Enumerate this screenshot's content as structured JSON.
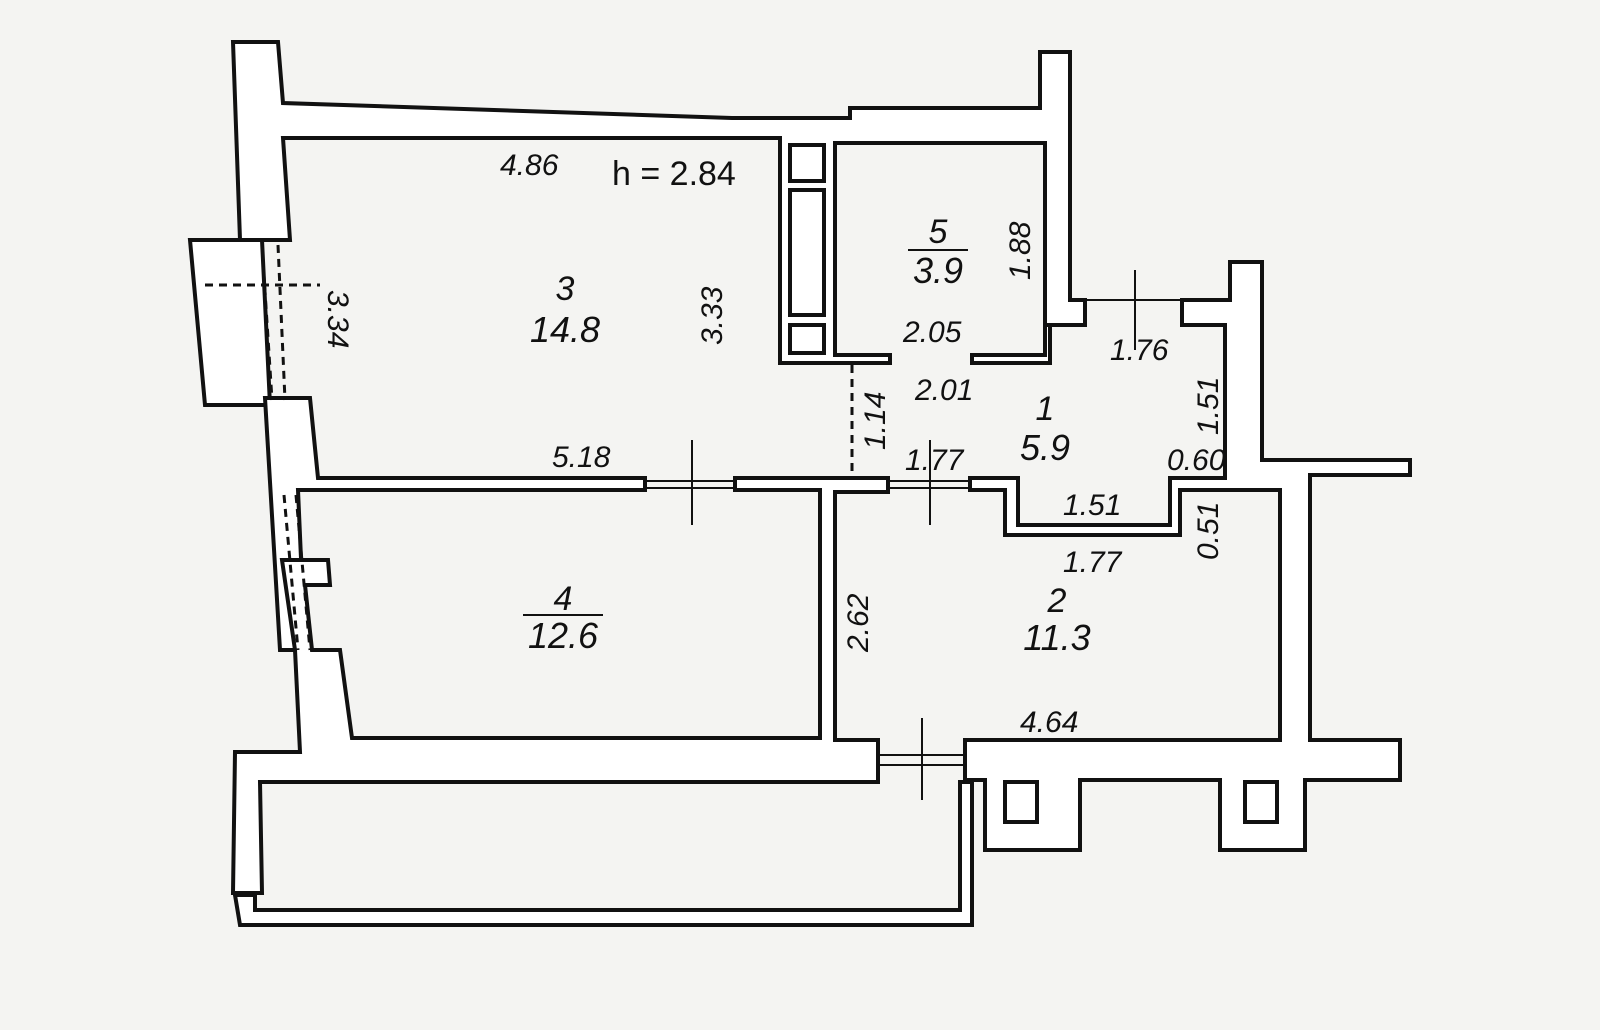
{
  "ceiling_height": "h = 2.84",
  "rooms": [
    {
      "number": "1",
      "area": "5.9"
    },
    {
      "number": "2",
      "area": "11.3"
    },
    {
      "number": "3",
      "area": "14.8"
    },
    {
      "number": "4",
      "area": "12.6"
    },
    {
      "number": "5",
      "area": "3.9"
    }
  ],
  "dimensions": {
    "room3_width": "4.86",
    "room3_depth": "3.33",
    "window_left": "3.34",
    "room3_bottom": "5.18",
    "room5_depth": "1.88",
    "room5_width": "2.05",
    "hall_top": "2.01",
    "hall_side": "1.14",
    "hall_bottom": "1.77",
    "room1_top": "1.76",
    "room1_right": "1.51",
    "room1_step": "0.60",
    "room1_niche": "1.51",
    "niche_outer": "1.77",
    "niche_side": "0.51",
    "room4_side": "2.62",
    "room2_width": "4.64"
  }
}
